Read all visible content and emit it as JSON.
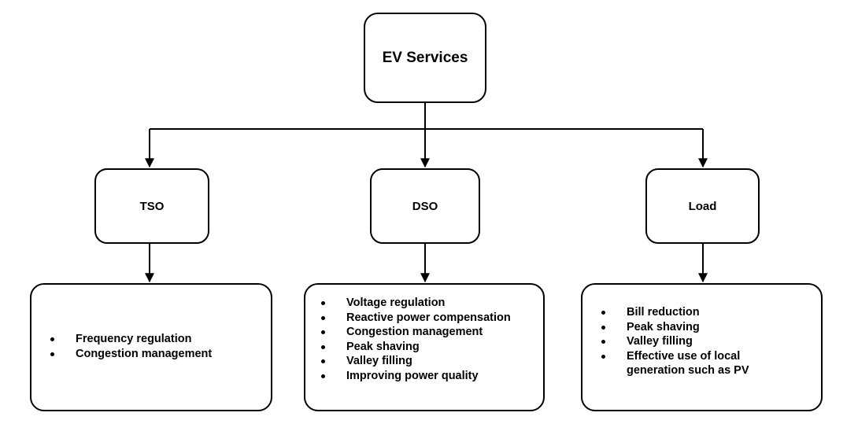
{
  "root": {
    "label": "EV Services"
  },
  "branches": [
    {
      "label": "TSO",
      "services": [
        "Frequency regulation",
        "Congestion management"
      ]
    },
    {
      "label": "DSO",
      "services": [
        "Voltage regulation",
        "Reactive power compensation",
        "Congestion management",
        "Peak shaving",
        "Valley filling",
        "Improving power quality"
      ]
    },
    {
      "label": "Load",
      "services": [
        "Bill reduction",
        "Peak shaving",
        "Valley filling",
        "Effective use of local\ngeneration such as PV"
      ]
    }
  ],
  "colors": {
    "stroke": "#000000",
    "fill": "#ffffff",
    "text": "#000000"
  }
}
